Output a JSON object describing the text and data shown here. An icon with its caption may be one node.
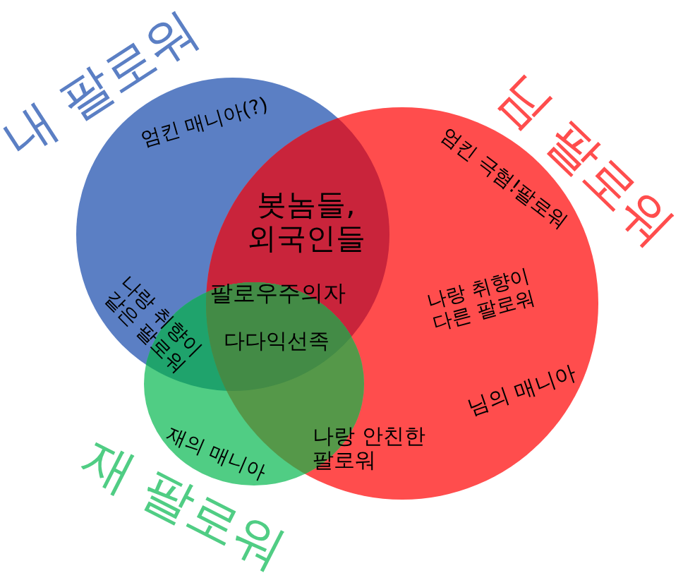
{
  "diagram": {
    "nodes": [
      {
        "text": [
          "내 팔로워",
          "엄킨 매니아(?)"
        ]
      },
      {
        "text": [
          "님 팔로워",
          "엄킨 극혐!팔로워",
          "나랑 취향이 다른 팔로워",
          "님의 매니아"
        ]
      },
      {
        "text": [
          "재 팔로워",
          "재의 매니아"
        ]
      }
    ],
    "labels": [
      "봇놈들, 외국인들",
      "팔로우주의자",
      "나랑 취향이 같은 팔로워",
      "다다익선족",
      "나랑 안친한 팔로워"
    ]
  }
}
